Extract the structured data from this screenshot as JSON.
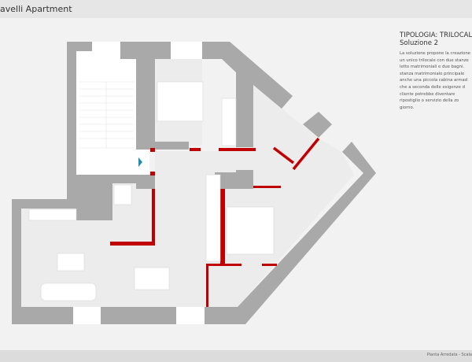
{
  "header": {
    "title": "avelli Apartment"
  },
  "info": {
    "typology": "TIPOLOGIA:  TRILOCALE",
    "solution": "Soluzione 2",
    "description_lines": [
      "La soluzione propone la creazione",
      "un unico trilocale con due stanze",
      "letto matrimoniali e due bagni.",
      "stanza matrimoniale principale",
      "anche una piccola cabina armad",
      "che a seconda delle esigenze d",
      "cliente potrebbe diventare",
      "ripostiglio o servizio della zo",
      "giorno."
    ]
  },
  "footer": {
    "scale_label": "Pianta Arredata - Scala"
  },
  "colors": {
    "wall": "#a9a9a9",
    "new_wall": "#c00000",
    "entrance_marker": "#1a8fb0"
  }
}
